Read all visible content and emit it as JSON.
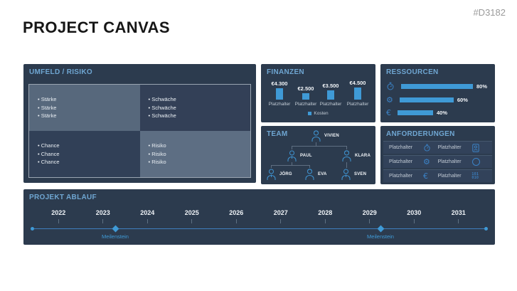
{
  "header": {
    "title": "PROJECT CANVAS",
    "code": "#D3182"
  },
  "colors": {
    "accent_blue": "#3f9ad6",
    "panel_bg": "#2c3b4e",
    "title_blue": "#6fa6d2",
    "quad_light": "#57687c",
    "quad_dark": "#334057"
  },
  "umfeld": {
    "title": "UMFELD / RISIKO",
    "quadrants": {
      "staerke": {
        "items": [
          "Stärke",
          "Stärke",
          "Stärke"
        ]
      },
      "schwaeche": {
        "items": [
          "Schwäche",
          "Schwäche",
          "Schwäche"
        ]
      },
      "chance": {
        "items": [
          "Chance",
          "Chance",
          "Chance"
        ]
      },
      "risiko": {
        "items": [
          "Risiko",
          "Risiko",
          "Risiko"
        ]
      }
    }
  },
  "finanzen": {
    "title": "FINANZEN",
    "chart_data": {
      "type": "bar",
      "categories": [
        "Platzhalter",
        "Platzhalter",
        "Platzhalter",
        "Platzhalter"
      ],
      "values": [
        4300,
        2500,
        3500,
        4500
      ],
      "value_labels": [
        "€4.300",
        "€2.500",
        "€3.500",
        "€4.500"
      ],
      "legend": [
        "Kosten"
      ],
      "ylim": [
        0,
        5000
      ],
      "bar_color": "#3f9ad6"
    }
  },
  "ressourcen": {
    "title": "RESSOURCEN",
    "rows": [
      {
        "icon": "stopwatch-icon",
        "percent": 80,
        "label": "80%"
      },
      {
        "icon": "gear-icon",
        "percent": 60,
        "label": "60%"
      },
      {
        "icon": "euro-icon",
        "percent": 40,
        "label": "40%"
      }
    ]
  },
  "team": {
    "title": "TEAM",
    "members": {
      "root": "VIVIEN",
      "level2": [
        "PAUL",
        "KLARA"
      ],
      "level3": [
        "JÖRG",
        "EVA",
        "SVEN"
      ]
    }
  },
  "anforderungen": {
    "title": "ANFORDERUNGEN",
    "rows": [
      {
        "left": {
          "label": "Platzhalter",
          "icon": "stopwatch-icon"
        },
        "right": {
          "label": "Platzhalter",
          "icon": "id-badge-icon"
        }
      },
      {
        "left": {
          "label": "Platzhalter",
          "icon": "gear-icon"
        },
        "right": {
          "label": "Platzhalter",
          "icon": "circle-icon"
        }
      },
      {
        "left": {
          "label": "Platzhalter",
          "icon": "euro-icon"
        },
        "right": {
          "label": "Platzhalter",
          "icon": "binary-icon"
        }
      }
    ]
  },
  "ablauf": {
    "title": "PROJEKT ABLAUF",
    "years": [
      "2022",
      "2023",
      "2024",
      "2025",
      "2026",
      "2027",
      "2028",
      "2029",
      "2030",
      "2031"
    ],
    "milestones": [
      {
        "label": "Meilenstein",
        "near_year": "2023"
      },
      {
        "label": "Meilenstein",
        "near_year": "2029"
      }
    ],
    "binary_icon_text": {
      "line1": "101",
      "line2": "010"
    }
  }
}
